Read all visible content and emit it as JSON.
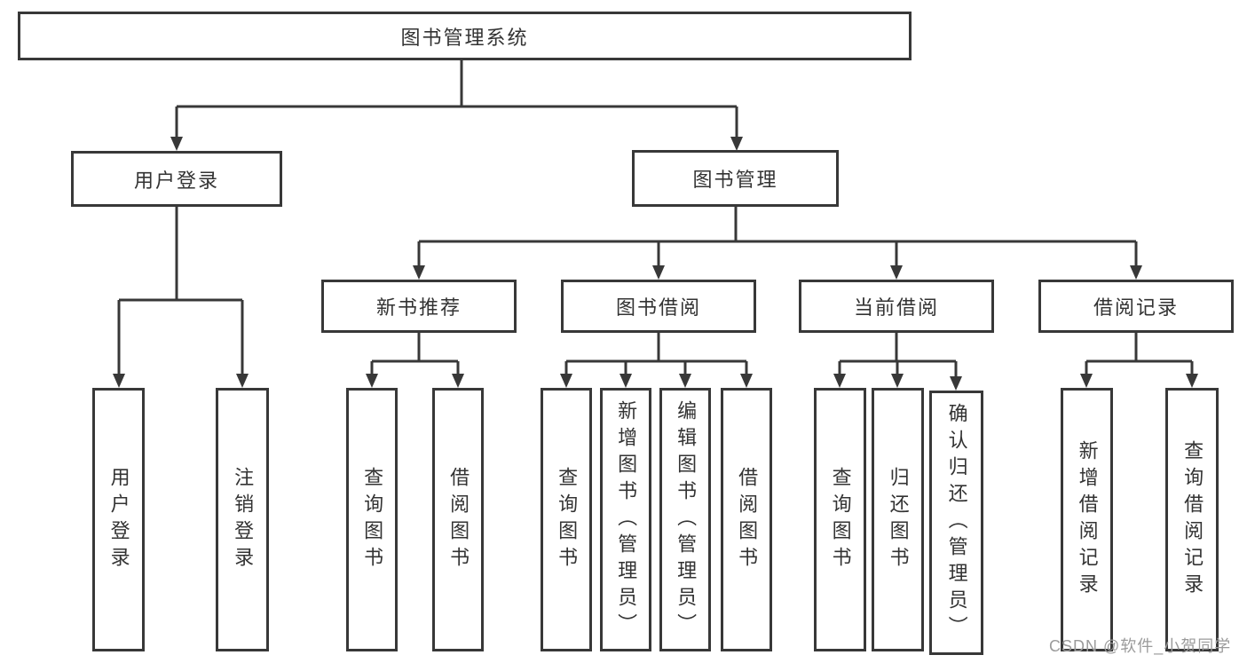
{
  "diagram": {
    "title": "图书管理系统",
    "level2": {
      "login": "用户登录",
      "manage": "图书管理"
    },
    "level3": {
      "newbook": "新书推荐",
      "borrow": "图书借阅",
      "current": "当前借阅",
      "records": "借阅记录"
    },
    "leaves": {
      "login": [
        "用户登录",
        "注销登录"
      ],
      "newbook": [
        "查询图书",
        "借阅图书"
      ],
      "borrow": [
        "查询图书",
        "新增图书（管理员）",
        "编辑图书（管理员）",
        "借阅图书"
      ],
      "current": [
        "查询图书",
        "归还图书",
        "确认归还（管理员）"
      ],
      "records": [
        "新增借阅记录",
        "查询借阅记录"
      ]
    },
    "watermark": "CSDN @软件_小贺同学",
    "colors": {
      "line": "#383838",
      "text": "#333333",
      "background": "#ffffff",
      "watermark": "#9b9b9b"
    }
  }
}
